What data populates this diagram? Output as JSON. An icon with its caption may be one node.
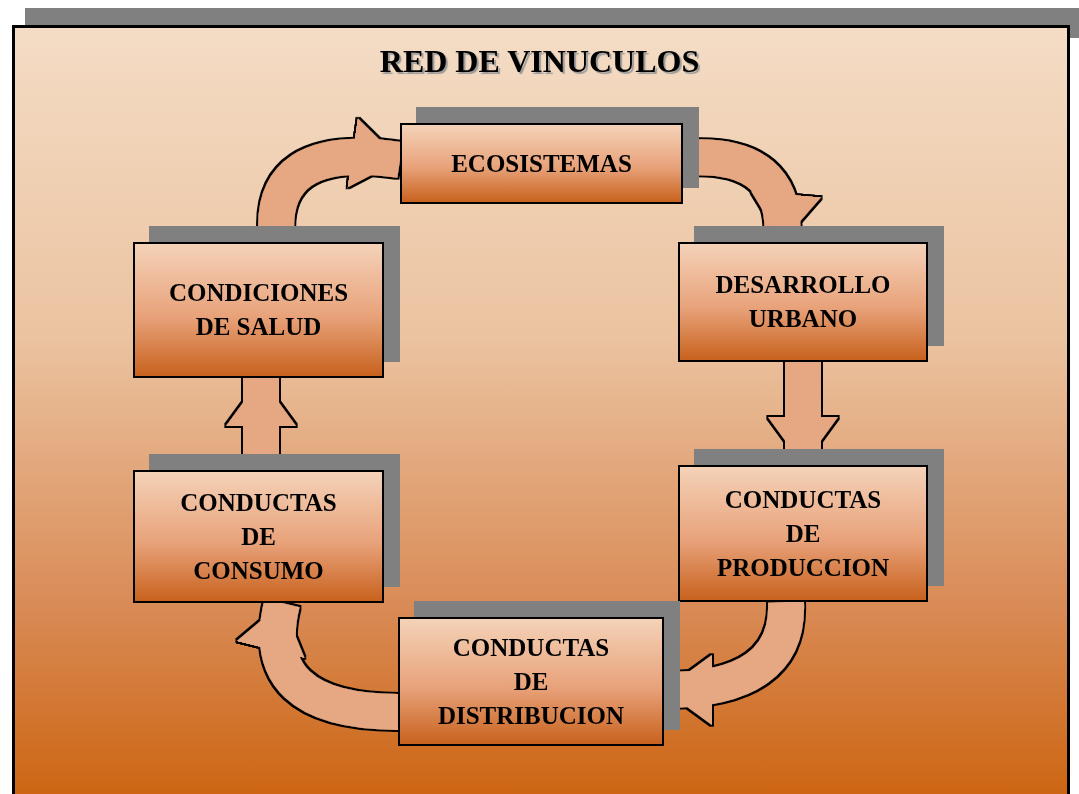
{
  "diagram": {
    "title": "RED DE VINUCULOS",
    "nodes": [
      {
        "text": [
          "ECOSISTEMAS"
        ]
      },
      {
        "text": [
          "DESARROLLO URBANO"
        ]
      },
      {
        "text": [
          "CONDUCTAS DE PRODUCCION"
        ]
      },
      {
        "text": [
          "CONDUCTAS DE DISTRIBUCION"
        ]
      },
      {
        "text": [
          "CONDUCTAS DE CONSUMO"
        ]
      },
      {
        "text": [
          "CONDICIONES DE SALUD"
        ]
      }
    ],
    "edges": [
      {
        "from": 0,
        "to": 1,
        "arrow": "to"
      },
      {
        "from": 1,
        "to": 2,
        "arrow": "to"
      },
      {
        "from": 2,
        "to": 3,
        "arrow": "to"
      },
      {
        "from": 3,
        "to": 4,
        "arrow": "to"
      },
      {
        "from": 4,
        "to": 5,
        "arrow": "to"
      },
      {
        "from": 5,
        "to": 0,
        "arrow": "to"
      }
    ]
  }
}
